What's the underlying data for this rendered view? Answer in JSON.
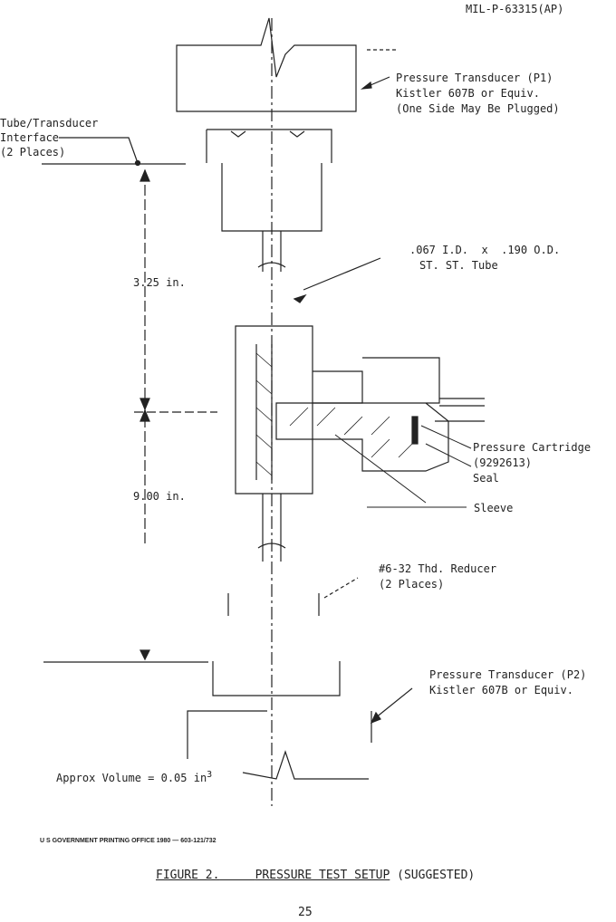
{
  "header": {
    "doc_id": "MIL-P-63315(AP)"
  },
  "labels": {
    "p1_line1": "Pressure Transducer (P1)",
    "p1_line2": "Kistler 607B or Equiv.",
    "p1_line3": "(One Side May Be Plugged)",
    "interface_line1": "Tube/Transducer",
    "interface_line2": "Interface",
    "interface_line3": "(2 Places)",
    "tube_line1": ".067 I.D.  x  .190 O.D.",
    "tube_line2": "ST. ST. Tube",
    "dim_upper": "3.25 in.",
    "dim_lower": "9.00 in.",
    "cartridge_line1": "Pressure Cartridge",
    "cartridge_line2": "(9292613)",
    "seal": "Seal",
    "sleeve": "Sleeve",
    "reducer_line1": "#6-32 Thd. Reducer",
    "reducer_line2": "(2 Places)",
    "p2_line1": "Pressure Transducer (P2)",
    "p2_line2": "Kistler 607B or Equiv.",
    "volume": "Approx Volume = 0.05 in",
    "volume_exp": "3"
  },
  "footer": {
    "printing": "U S GOVERNMENT PRINTING OFFICE 1980 — 603-121/732",
    "figure_label": "FIGURE 2.",
    "figure_title": "PRESSURE TEST SETUP",
    "figure_note": "(SUGGESTED)",
    "page_number": "25"
  }
}
